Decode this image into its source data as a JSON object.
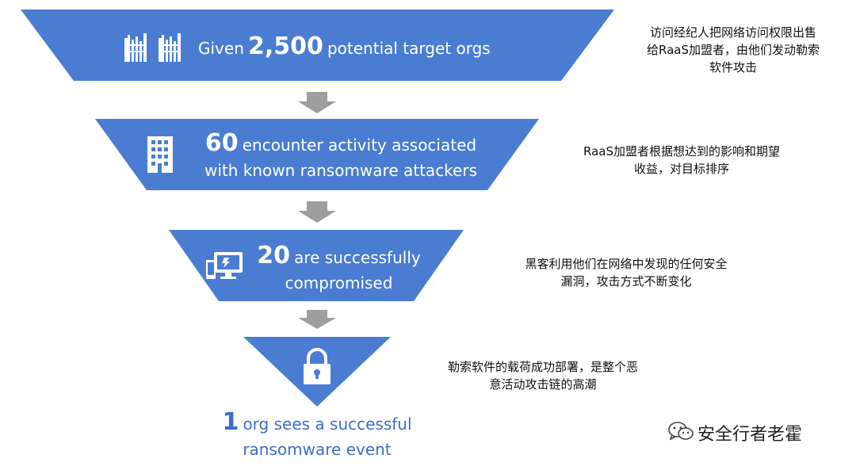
{
  "colors": {
    "funnel": "#4a7dd1",
    "arrow": "#9e9e9e",
    "result_text": "#3a6fc4"
  },
  "stages": [
    {
      "number": "2,500",
      "prefix": "Given",
      "suffix": "potential target orgs",
      "icon": "office-buildings-icon",
      "note_line1": "访问经纪人把网络访问权限出售",
      "note_line2": "给RaaS加盟者，由他们发动勒索",
      "note_line3": "软件攻击"
    },
    {
      "number": "60",
      "line1_suffix": "encounter activity associated",
      "line2": "with known ransomware attackers",
      "icon": "building-icon",
      "note_line1": "RaaS加盟者根据想达到的影响和期望",
      "note_line2": "收益，对目标排序"
    },
    {
      "number": "20",
      "line1_suffix": "are successfully",
      "line2": "compromised",
      "icon": "compromised-devices-icon",
      "note_line1": "黑客利用他们在网络中发现的任何安全",
      "note_line2": "漏洞，攻击方式不断变化"
    },
    {
      "icon": "padlock-icon",
      "note_line1": "勒索软件的载荷成功部署，是整个恶",
      "note_line2": "意活动攻击链的高潮"
    }
  ],
  "result": {
    "number": "1",
    "line1_suffix": "org sees a successful",
    "line2": "ransomware event"
  },
  "watermark": {
    "text": "安全行者老霍",
    "icon": "wechat-icon"
  }
}
